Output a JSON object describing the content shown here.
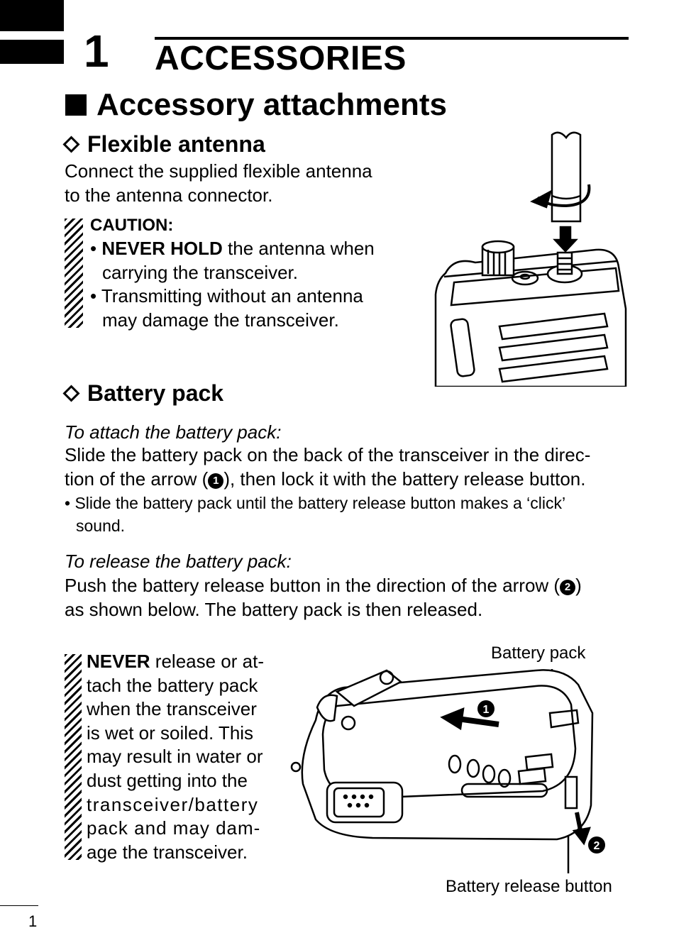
{
  "chapter": {
    "number": "1",
    "title": "ACCESSORIES"
  },
  "section": {
    "title": "Accessory attachments"
  },
  "antenna": {
    "heading": "Flexible antenna",
    "intro_line1": "Connect the supplied flexible antenna",
    "intro_line2": "to the antenna connector.",
    "caution_title": "CAUTION:",
    "caution1_bold": "NEVER HOLD",
    "caution1_rest": " the antenna when",
    "caution1_line2": "carrying the transceiver.",
    "caution2_line1": " Transmitting without an antenna",
    "caution2_line2": "may damage the transceiver."
  },
  "battery": {
    "heading": "Battery pack",
    "attach_title": "To attach the battery pack:",
    "attach_line1": "Slide the battery pack on the back of the transceiver in the direc-",
    "attach_line2_pre": "tion of the arrow (",
    "attach_marker": "1",
    "attach_line2_post": "), then lock it with the battery release button.",
    "bullet_line1": "Slide the battery pack until the battery release button makes a ‘click’",
    "bullet_line2": "sound.",
    "release_title": "To release the battery pack:",
    "release_line1_pre": "Push the battery release button in the direction of the arrow (",
    "release_marker": "2",
    "release_line1_post": ")",
    "release_line2": "as shown below. The battery pack is then released.",
    "warning": {
      "bold": "NEVER",
      "lines": [
        " release or at-",
        "tach the battery pack",
        "when the transceiver",
        "is wet or soiled. This",
        "may result in water or",
        "dust getting into the",
        "transceiver/battery",
        "pack and may dam-",
        "age the transceiver."
      ]
    },
    "label_pack": "Battery pack",
    "label_button": "Battery release button",
    "fig_marker1": "1",
    "fig_marker2": "2"
  },
  "footer": {
    "page_number": "1"
  }
}
